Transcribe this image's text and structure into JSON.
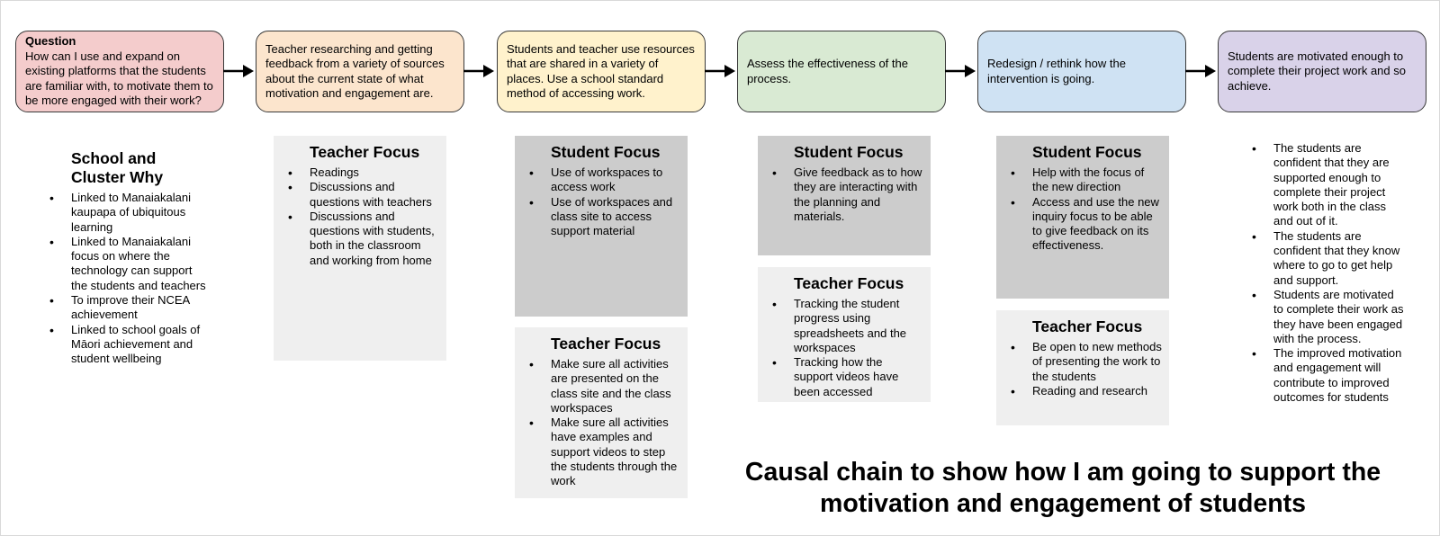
{
  "stages": [
    {
      "heading": "Question",
      "text": "How can I use and expand on existing platforms that the students are familiar with, to motivate them to be more engaged with their work?",
      "color": "#f4cccc"
    },
    {
      "heading": "",
      "text": "Teacher researching and getting feedback from a variety of sources about the current state of what motivation and engagement are.",
      "color": "#fce5cd"
    },
    {
      "heading": "",
      "text": "Students and teacher use resources that are shared in a variety of places. Use a school standard method of accessing work.",
      "color": "#fff2cc"
    },
    {
      "heading": "",
      "text": "Assess the effectiveness of the process.",
      "color": "#d9ead3"
    },
    {
      "heading": "",
      "text": "Redesign / rethink how the intervention is going.",
      "color": "#cfe2f3"
    },
    {
      "heading": "",
      "text": "Students are motivated enough to complete their project work and so achieve.",
      "color": "#d9d2e9"
    }
  ],
  "why": {
    "title": "School and Cluster Why",
    "items": [
      "Linked to Manaiakalani kaupapa of ubiquitous learning",
      "Linked to Manaiakalani focus on where the technology can support the students and teachers",
      "To improve their NCEA achievement",
      "Linked to school goals of Māori achievement and student wellbeing"
    ]
  },
  "teacher_focus_1": {
    "title": "Teacher Focus",
    "items": [
      "Readings",
      "Discussions and questions with teachers",
      "Discussions and questions with students, both in the classroom and working from home"
    ]
  },
  "student_focus_3": {
    "title": "Student Focus",
    "items": [
      "Use of workspaces to access work",
      "Use of workspaces and class site to access support material"
    ]
  },
  "teacher_focus_3": {
    "title": "Teacher Focus",
    "items": [
      "Make sure all activities are presented on the class site and the class workspaces",
      "Make sure all activities have examples and support videos to step the students through the work"
    ]
  },
  "student_focus_4": {
    "title": "Student Focus",
    "items": [
      "Give feedback as to how they are interacting with the planning and materials."
    ]
  },
  "teacher_focus_4": {
    "title": "Teacher Focus",
    "items": [
      "Tracking the student progress using spreadsheets and the workspaces",
      "Tracking how the support videos have been accessed"
    ]
  },
  "student_focus_5": {
    "title": "Student Focus",
    "items": [
      "Help with the focus of the new direction",
      "Access and use the new inquiry focus to be able to give feedback on its effectiveness."
    ]
  },
  "teacher_focus_5": {
    "title": "Teacher Focus",
    "items": [
      "Be open to new methods of presenting the work to the students",
      "Reading and research"
    ]
  },
  "outcomes": {
    "items": [
      "The students are confident that they are supported enough to complete their project work both in the class and out of it.",
      "The students are confident that they know where to go to get help and support.",
      "Students are motivated to complete their work as they have been engaged with the process.",
      "The improved motivation and engagement will contribute to improved outcomes for students"
    ]
  },
  "footer_title": "Causal chain to show how I am going to support the motivation and engagement of students"
}
